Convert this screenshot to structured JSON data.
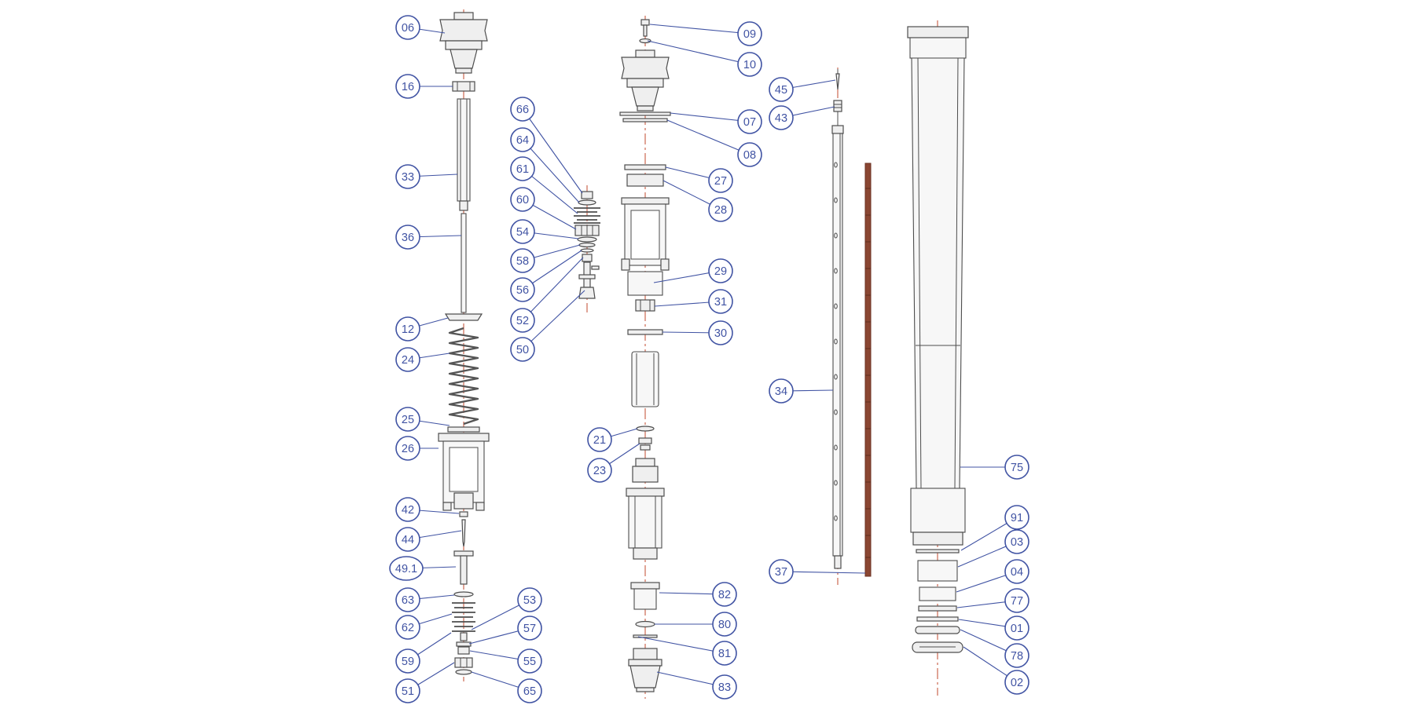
{
  "colors": {
    "accent_blue": "#4053a3",
    "centerline_red": "#c2482e",
    "outline": "#4d4d4d",
    "fill_light": "#efefef",
    "rod_brown": "#8a4632",
    "background": "#ffffff"
  },
  "callouts": [
    {
      "label": "06"
    },
    {
      "label": "16"
    },
    {
      "label": "33"
    },
    {
      "label": "36"
    },
    {
      "label": "12"
    },
    {
      "label": "24"
    },
    {
      "label": "25"
    },
    {
      "label": "26"
    },
    {
      "label": "42"
    },
    {
      "label": "44"
    },
    {
      "label": "49.1"
    },
    {
      "label": "63"
    },
    {
      "label": "62"
    },
    {
      "label": "59"
    },
    {
      "label": "51"
    },
    {
      "label": "66"
    },
    {
      "label": "64"
    },
    {
      "label": "61"
    },
    {
      "label": "60"
    },
    {
      "label": "54"
    },
    {
      "label": "58"
    },
    {
      "label": "56"
    },
    {
      "label": "52"
    },
    {
      "label": "50"
    },
    {
      "label": "53"
    },
    {
      "label": "57"
    },
    {
      "label": "55"
    },
    {
      "label": "65"
    },
    {
      "label": "09"
    },
    {
      "label": "10"
    },
    {
      "label": "07"
    },
    {
      "label": "08"
    },
    {
      "label": "27"
    },
    {
      "label": "28"
    },
    {
      "label": "29"
    },
    {
      "label": "31"
    },
    {
      "label": "30"
    },
    {
      "label": "82"
    },
    {
      "label": "80"
    },
    {
      "label": "81"
    },
    {
      "label": "83"
    },
    {
      "label": "21"
    },
    {
      "label": "23"
    },
    {
      "label": "45"
    },
    {
      "label": "43"
    },
    {
      "label": "34"
    },
    {
      "label": "37"
    },
    {
      "label": "75"
    },
    {
      "label": "91"
    },
    {
      "label": "03"
    },
    {
      "label": "04"
    },
    {
      "label": "77"
    },
    {
      "label": "01"
    },
    {
      "label": "78"
    },
    {
      "label": "02"
    }
  ]
}
